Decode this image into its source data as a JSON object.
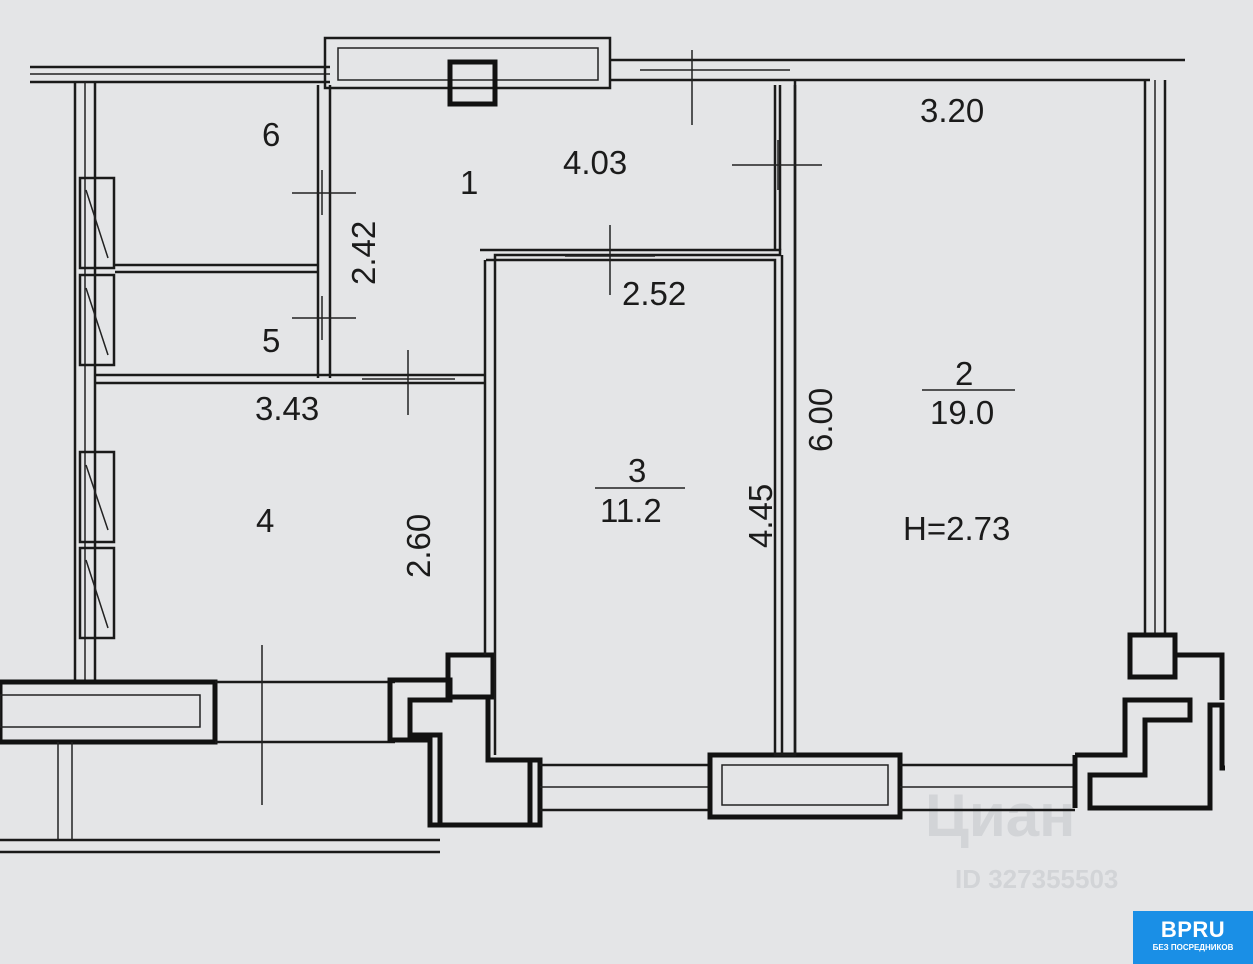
{
  "rooms": [
    {
      "number": "1",
      "dimension": "4.03"
    },
    {
      "number": "2",
      "area": "19.0",
      "dimension_a": "3.20",
      "dimension_b": "6.00",
      "height": "H=2.73"
    },
    {
      "number": "3",
      "area": "11.2",
      "dimension_a": "2.52",
      "dimension_b": "4.45"
    },
    {
      "number": "4",
      "dimension_a": "3.43",
      "dimension_b": "2.60"
    },
    {
      "number": "5"
    },
    {
      "number": "6",
      "dimension": "2.42"
    }
  ],
  "watermark": {
    "brand": "Циан",
    "id": "ID 327355503"
  },
  "logo": {
    "name": "BPRU",
    "tagline": "БЕЗ ПОСРЕДНИКОВ",
    "color": "#1a8fe6"
  }
}
